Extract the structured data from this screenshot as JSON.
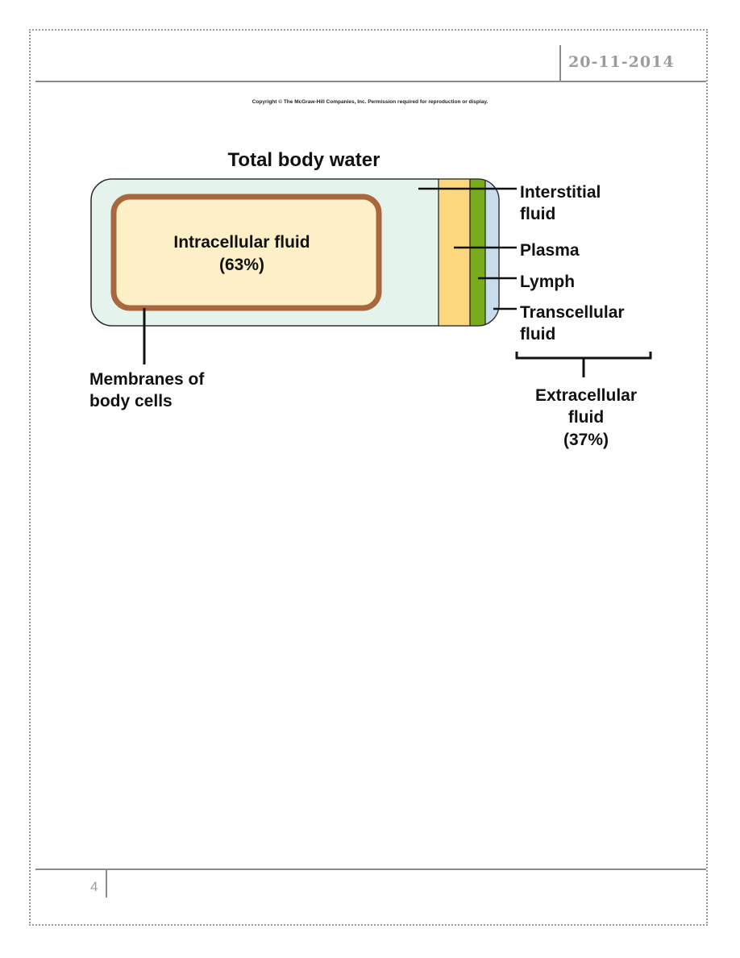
{
  "header": {
    "date": "20-11-2014"
  },
  "footer": {
    "page_number": "4"
  },
  "copyright": "Copyright © The McGraw-Hill Companies, Inc. Permission required for reproduction or display.",
  "diagram": {
    "title": "Total body water",
    "intracellular": {
      "line1": "Intracellular fluid",
      "line2": "(63%)"
    },
    "labels": {
      "interstitial_1": "Interstitial",
      "interstitial_2": "fluid",
      "plasma": "Plasma",
      "lymph": "Lymph",
      "transcellular_1": "Transcellular",
      "transcellular_2": "fluid",
      "membranes_1": "Membranes of",
      "membranes_2": "body cells",
      "extracellular_1": "Extracellular",
      "extracellular_2": "fluid",
      "extracellular_3": "(37%)"
    },
    "colors": {
      "interstitial": "#e4f4ec",
      "intracellular": "#fdf0c6",
      "membrane": "#a8673f",
      "plasma": "#fcd77e",
      "lymph": "#78ab1e",
      "transcellular": "#c9dceb"
    }
  }
}
